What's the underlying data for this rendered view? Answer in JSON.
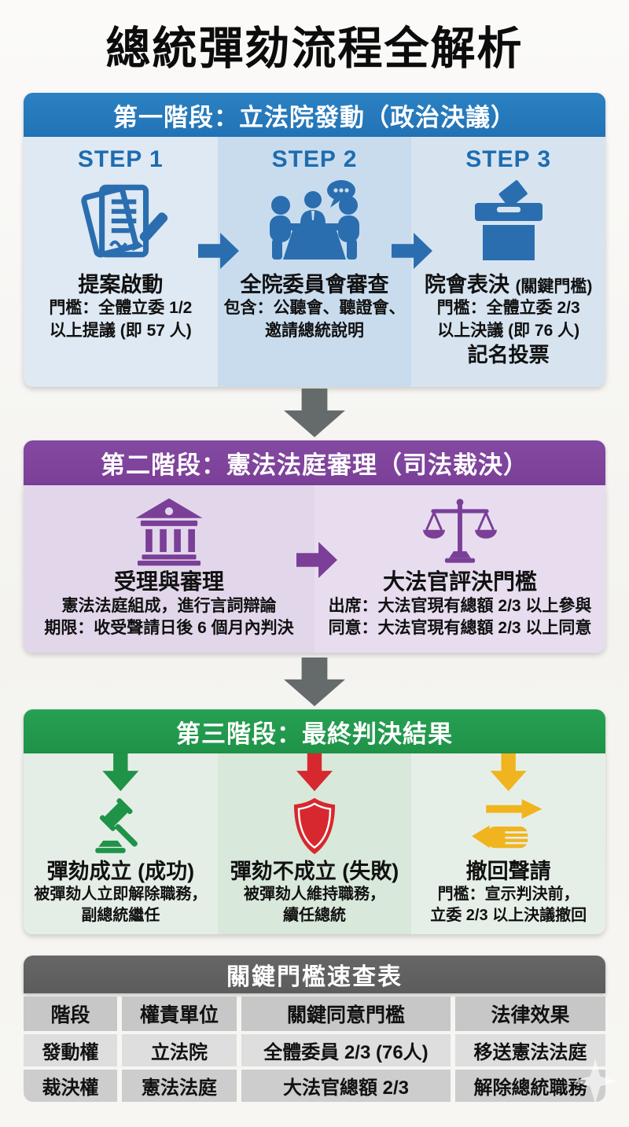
{
  "page": {
    "title": "總統彈劾流程全解析"
  },
  "stage1": {
    "header": "第一階段：立法院發動（政治決議）",
    "steps": [
      {
        "label": "STEP 1",
        "icon": "document-pen-icon",
        "title": "提案啟動",
        "desc1": "門檻：全體立委 1/2",
        "desc2": "以上提議 (即 57 人)"
      },
      {
        "label": "STEP 2",
        "icon": "committee-meeting-icon",
        "title": "全院委員會審查",
        "desc1": "包含：公聽會、聽證會、",
        "desc2": "邀請總統說明"
      },
      {
        "label": "STEP 3",
        "icon": "ballot-box-icon",
        "title": "院會表決",
        "title_note": "(關鍵門檻)",
        "desc1": "門檻：全體立委 2/3",
        "desc2": "以上決議 (即 76 人)",
        "desc3": "記名投票"
      }
    ]
  },
  "stage2": {
    "header": "第二階段：憲法法庭審理（司法裁決）",
    "cards": [
      {
        "icon": "courthouse-icon",
        "title": "受理與審理",
        "desc1": "憲法法庭組成，進行言詞辯論",
        "desc2": "期限：收受聲請日後 6 個月內判決"
      },
      {
        "icon": "scales-icon",
        "title": "大法官評決門檻",
        "desc1": "出席：大法官現有總額 2/3 以上參與",
        "desc2": "同意：大法官現有總額 2/3 以上同意"
      }
    ]
  },
  "stage3": {
    "header": "第三階段：最終判決結果",
    "outcomes": [
      {
        "icon": "gavel-icon",
        "accent": "#1f9348",
        "title": "彈劾成立 (成功)",
        "desc1": "被彈劾人立即解除職務，",
        "desc2": "副總統繼任"
      },
      {
        "icon": "shield-icon",
        "accent": "#d7282f",
        "title": "彈劾不成立 (失敗)",
        "desc1": "被彈劾人維持職務，",
        "desc2": "續任總統"
      },
      {
        "icon": "withdraw-hand-icon",
        "accent": "#f0b41e",
        "title": "撤回聲請",
        "desc1": "門檻：宣示判決前，",
        "desc2": "立委 2/3 以上決議撤回"
      }
    ]
  },
  "quick_table": {
    "title": "關鍵門檻速查表",
    "headers": [
      "階段",
      "權責單位",
      "關鍵同意門檻",
      "法律效果"
    ],
    "rows": [
      [
        "發動權",
        "立法院",
        "全體委員 2/3 (76人)",
        "移送憲法法庭"
      ],
      [
        "裁決權",
        "憲法法庭",
        "大法官總額 2/3",
        "解除總統職務"
      ]
    ]
  },
  "colors": {
    "blue": "#2273b5",
    "blue_dark": "#1d6cb0",
    "icon_blue": "#2a6eb0",
    "col_blue_light": "#dfe9f3",
    "col_blue_mid": "#c9dcee",
    "col_blue_right": "#d7e4f0",
    "purple": "#7b3f98",
    "purple_card_left": "#e2d7ea",
    "purple_card_right": "#e7ddef",
    "green": "#1f9348",
    "green_col_side": "#e4eee6",
    "green_col_mid": "#d8e8da",
    "green_col_side2": "#e6efe7",
    "red": "#d7282f",
    "yellow": "#f0b41e",
    "arrow_gray": "#656b6b",
    "table_dark": "#5c5c5c",
    "table_header_row": "#c7c7c7",
    "table_row_light": "#dedede",
    "table_row_dark": "#cdcdcd",
    "ink": "#111111",
    "page_bg": "#f7f6f3"
  }
}
